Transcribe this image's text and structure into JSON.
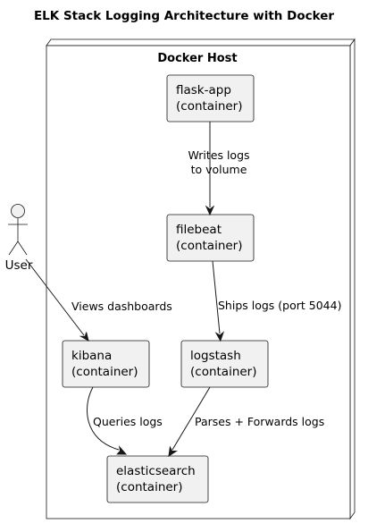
{
  "title": "ELK Stack Logging Architecture with Docker",
  "node": {
    "label": "Docker Host"
  },
  "actor": {
    "label": "User"
  },
  "containers": {
    "flask_app": {
      "line1": "flask-app",
      "line2": "(container)"
    },
    "filebeat": {
      "line1": "filebeat",
      "line2": "(container)"
    },
    "kibana": {
      "line1": "kibana",
      "line2": "(container)"
    },
    "logstash": {
      "line1": "logstash",
      "line2": "(container)"
    },
    "elasticsearch": {
      "line1": "elasticsearch",
      "line2": "(container)"
    }
  },
  "edges": {
    "flask_to_filebeat": {
      "line1": "Writes logs",
      "line2": "to volume"
    },
    "filebeat_to_logstash": {
      "label": "Ships logs (port 5044)"
    },
    "user_to_kibana": {
      "label": "Views dashboards"
    },
    "kibana_to_elasticsearch": {
      "label": "Queries logs"
    },
    "logstash_to_elasticsearch": {
      "label": "Parses + Forwards logs"
    }
  },
  "colors": {
    "box_fill": "#f1f1f1",
    "stroke": "#181818",
    "background": "#ffffff"
  }
}
